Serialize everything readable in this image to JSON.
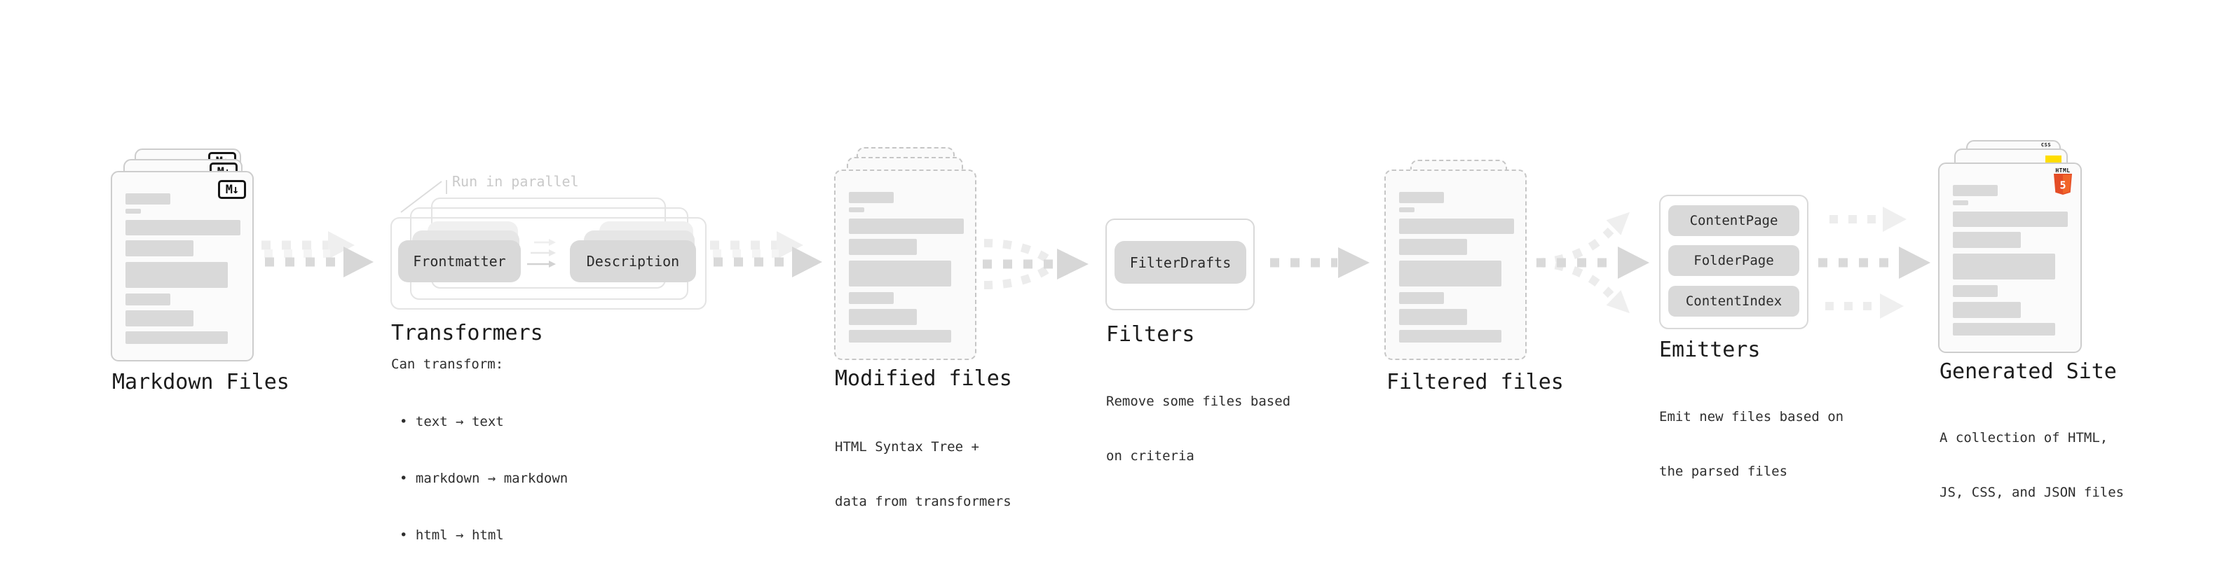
{
  "colors": {
    "canvas_bg": "#ffffff",
    "doc_bg": "#fbfbfb",
    "doc_border": "#cdcdcd",
    "doc_border_dashed": "#c6c6c6",
    "placeholder_bar": "#d9d9d9",
    "pill_bg": "#d9d9d9",
    "pill_text": "#2b2b2b",
    "heading_text": "#1c1c1c",
    "body_text": "#2e2e2e",
    "annotation_text": "#c9c9c9",
    "arrow_dark": "#d9d9d9",
    "arrow_light": "#ededed",
    "html5_orange": "#e44d26",
    "html5_orange_light": "#f16529",
    "js_yellow": "#ffdd00",
    "css_blue": "#2965f1",
    "badge_black": "#161616"
  },
  "stages": {
    "markdown_files": {
      "title": "Markdown Files",
      "badge": "M↓",
      "file_count": 3
    },
    "transformers": {
      "annotation": "Run in parallel",
      "pills": [
        "Frontmatter",
        "Description"
      ],
      "title": "Transformers",
      "desc": "Can transform:",
      "bullets": [
        "• text → text",
        "• markdown → markdown",
        "• html → html"
      ]
    },
    "modified_files": {
      "title": "Modified files",
      "desc_lines": [
        "HTML Syntax Tree +",
        "data from transformers"
      ]
    },
    "filters": {
      "pill": "FilterDrafts",
      "title": "Filters",
      "desc_lines": [
        "Remove some files based",
        "on criteria"
      ]
    },
    "filtered_files": {
      "title": "Filtered files"
    },
    "emitters": {
      "pills": [
        "ContentPage",
        "FolderPage",
        "ContentIndex"
      ],
      "title": "Emitters",
      "desc_lines": [
        "Emit new files based on",
        "the parsed files"
      ]
    },
    "generated_site": {
      "title": "Generated Site",
      "desc_lines": [
        "A collection of HTML,",
        "JS, CSS, and JSON files"
      ],
      "badges": {
        "html_label": "HTML",
        "html_number": "5",
        "css_label": "CSS"
      }
    }
  }
}
